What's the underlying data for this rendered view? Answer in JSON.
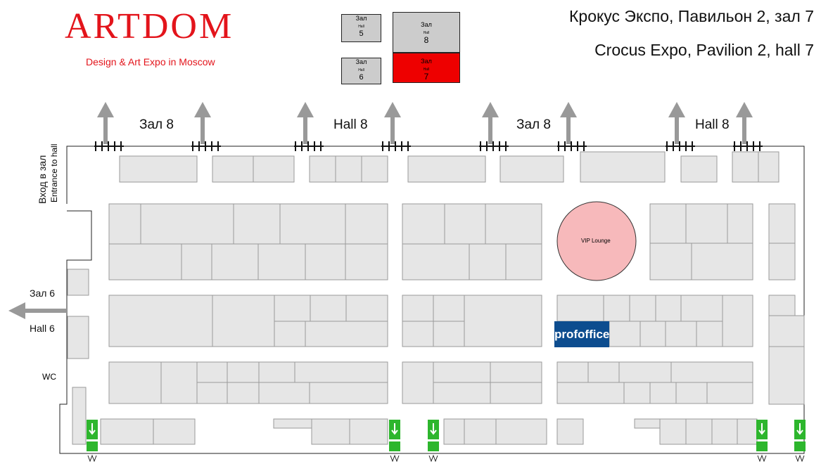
{
  "header": {
    "logo": "ARTDOM",
    "tagline": "Design & Art Expo in Moscow",
    "address_ru": "Крокус Экспо, Павильон 2, зал 7",
    "address_en": "Crocus Expo, Pavilion 2, hall 7"
  },
  "minimap": {
    "halls": [
      {
        "ru": "Зал",
        "en": "Hall",
        "num": "5"
      },
      {
        "ru": "Зал",
        "en": "Hall",
        "num": "6"
      },
      {
        "ru": "Зал",
        "en": "Hall",
        "num": "8"
      },
      {
        "ru": "Зал",
        "en": "Hall",
        "num": "7"
      }
    ],
    "highlight_color": "#ee0000"
  },
  "plan": {
    "top_labels": [
      "Зал 8",
      "Hall 8",
      "Зал 8",
      "Hall 8"
    ],
    "entrance_ru": "Вход в зал",
    "entrance_en": "Entrance to hall",
    "left_ru": "Зал 6",
    "left_en": "Hall 6",
    "wc": "WC",
    "vip": "VIP Lounge",
    "exhibitor": "profoffice",
    "exhibitor_color": "#0d4d8f",
    "vip_color": "#f7b9bb",
    "exit_color": "#2db62d"
  }
}
